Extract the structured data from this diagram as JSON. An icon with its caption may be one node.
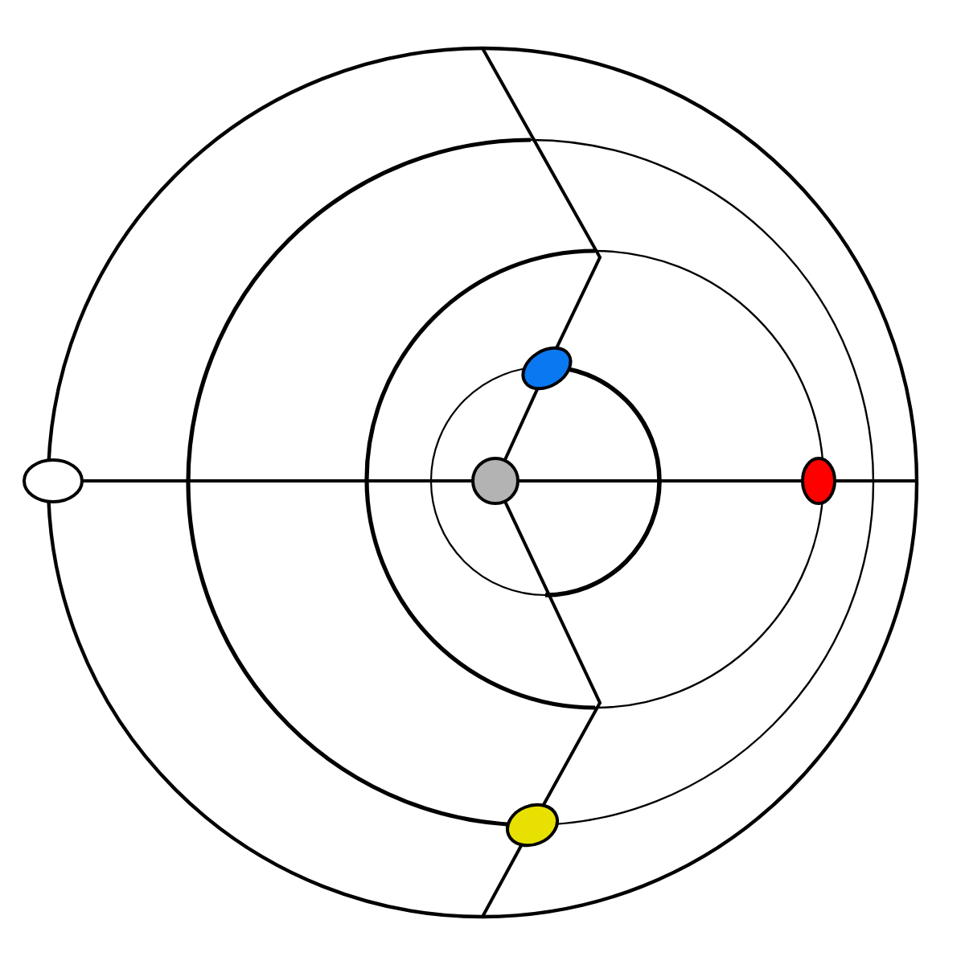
{
  "diagram": {
    "nodes": [
      {
        "text": [],
        "shape": "ellipse"
      },
      {
        "text": [],
        "shape": "circle"
      },
      {
        "text": [],
        "shape": "ellipse"
      },
      {
        "text": [],
        "shape": "ellipse"
      },
      {
        "text": [],
        "shape": "ellipse"
      }
    ],
    "edges": [
      {
        "from": 0,
        "to": 1,
        "arrow": "none"
      },
      {
        "from": 1,
        "to": 3,
        "arrow": "none"
      },
      {
        "from": 3,
        "to": null,
        "arrow": "none"
      },
      {
        "from": null,
        "to": 2,
        "arrow": "none"
      },
      {
        "from": 2,
        "to": 1,
        "arrow": "none"
      },
      {
        "from": 1,
        "to": 4,
        "arrow": "none"
      },
      {
        "from": 4,
        "to": null,
        "arrow": "none"
      }
    ]
  }
}
